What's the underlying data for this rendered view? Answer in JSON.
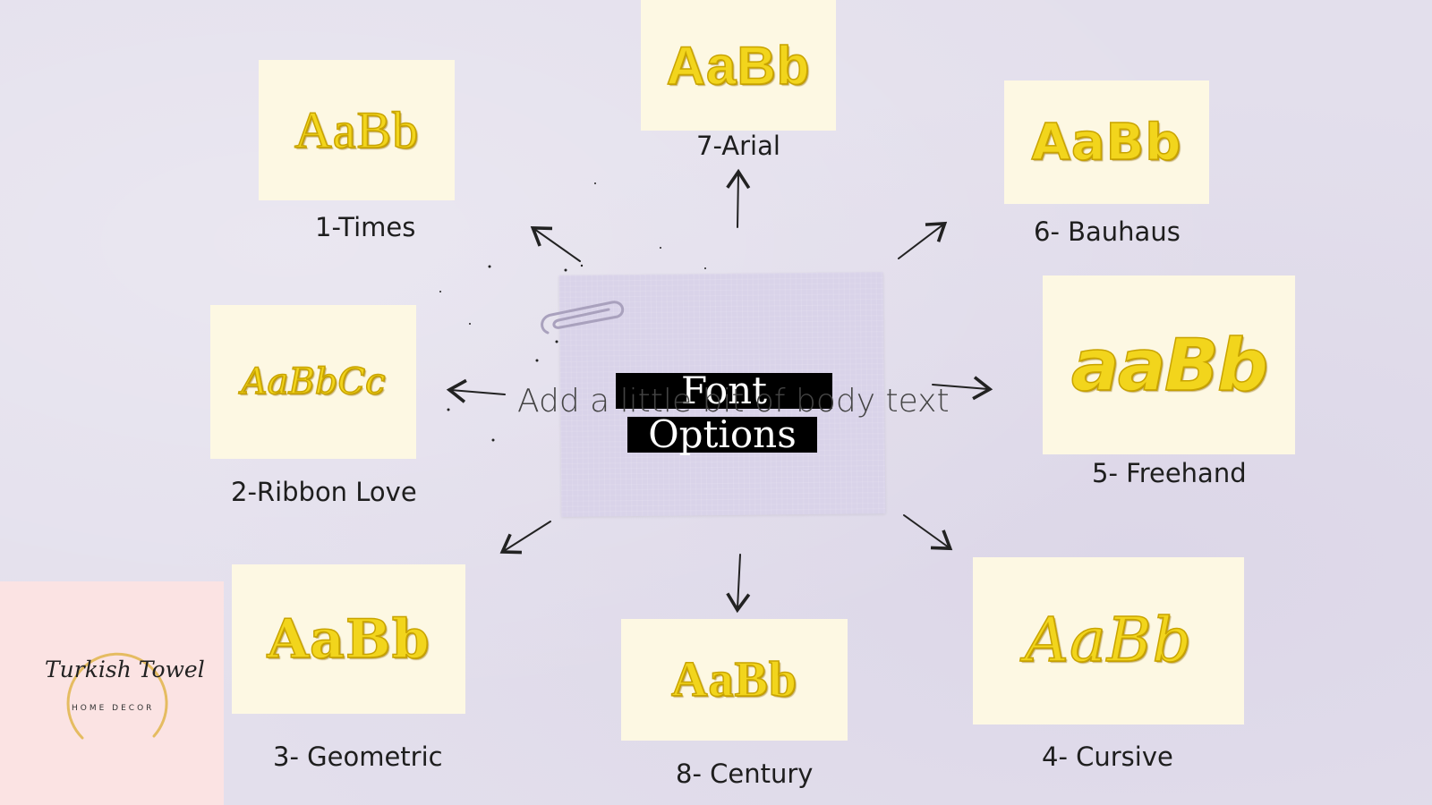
{
  "center": {
    "title_line1": "Font",
    "title_line2": "Options",
    "placeholder_text": "Add a little bit of body text"
  },
  "fonts": [
    {
      "label": "1-Times",
      "sample": "AaBb"
    },
    {
      "label": "2-Ribbon Love",
      "sample": "AaBbCc"
    },
    {
      "label": "3- Geometric",
      "sample": "AaBb"
    },
    {
      "label": "4- Cursive",
      "sample": "AaBb"
    },
    {
      "label": "5- Freehand",
      "sample": "aaBb"
    },
    {
      "label": "6- Bauhaus",
      "sample": "AaBb"
    },
    {
      "label": "7-Arial",
      "sample": "AaBb"
    },
    {
      "label": "8- Century",
      "sample": "AaBb"
    }
  ],
  "logo": {
    "name": "Turkish Towel",
    "tagline": "HOME DECOR"
  },
  "colors": {
    "background": "#e3dfec",
    "card": "#fdf8e3",
    "sample_text": "#f2d51c",
    "logo_background": "#fbe3e3"
  }
}
